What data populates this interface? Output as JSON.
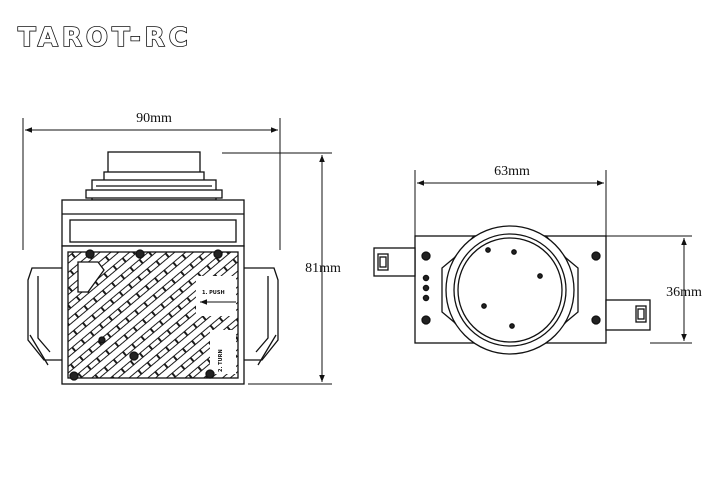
{
  "brand": {
    "logo_text": "TAROT-RC"
  },
  "front_view": {
    "width_label": "90mm",
    "height_label": "81mm",
    "labels": [
      "1. PUSH",
      "2. TURN"
    ]
  },
  "top_view": {
    "width_label": "63mm",
    "height_label": "36mm"
  }
}
